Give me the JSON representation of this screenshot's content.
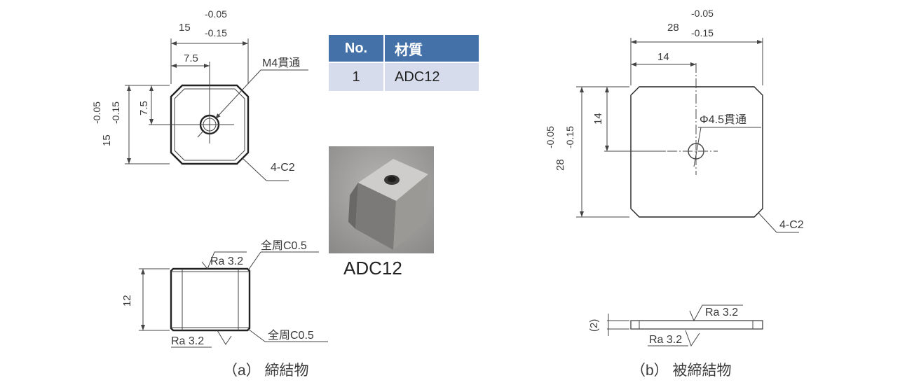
{
  "part_a": {
    "caption": "（a） 締結物",
    "top_view": {
      "width": "15",
      "width_tol_upper": "-0.05",
      "width_tol_lower": "-0.15",
      "half_width": "7.5",
      "height": "15",
      "height_tol_upper": "-0.05",
      "height_tol_lower": "-0.15",
      "half_height": "7.5",
      "hole_note": "M4貫通",
      "chamfer_note": "4-C2"
    },
    "side_view": {
      "height": "12",
      "roughness_top": "Ra 3.2",
      "roughness_bottom": "Ra 3.2",
      "chamfer_top": "全周C0.5",
      "chamfer_bottom": "全周C0.5"
    }
  },
  "material_table": {
    "headers": [
      "No.",
      "材質"
    ],
    "rows": [
      [
        "1",
        "ADC12"
      ]
    ],
    "header_color": "#4472a8",
    "row_color": "#d6dcec"
  },
  "photo": {
    "caption": "ADC12",
    "icon": "aluminum-nut-photo"
  },
  "part_b": {
    "caption": "（b） 被締結物",
    "top_view": {
      "width": "28",
      "width_tol_upper": "-0.05",
      "width_tol_lower": "-0.15",
      "half_width": "14",
      "height": "28",
      "height_tol_upper": "-0.05",
      "height_tol_lower": "-0.15",
      "half_height": "14",
      "hole_note": "Φ4.5貫通",
      "chamfer_note": "4-C2"
    },
    "side_view": {
      "thickness": "(2)",
      "roughness_top": "Ra 3.2",
      "roughness_bottom": "Ra 3.2"
    }
  }
}
